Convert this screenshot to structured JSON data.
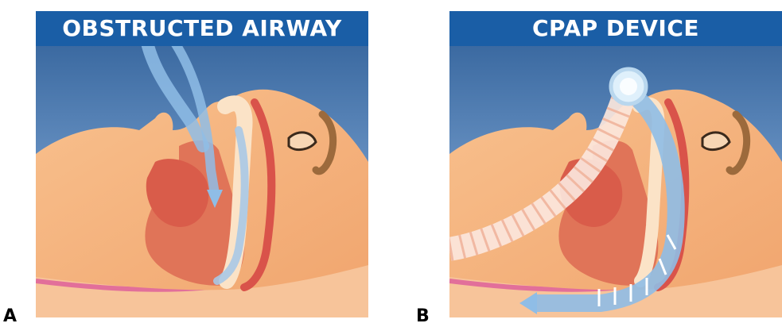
{
  "panels": [
    {
      "id": "A",
      "title": "OBSTRUCTED AIRWAY",
      "label": "A"
    },
    {
      "id": "B",
      "title": "CPAP DEVICE",
      "label": "B"
    }
  ],
  "colors": {
    "title_bar": "#1a5ea6",
    "background_top": "#2f5f98",
    "background_bottom": "#8fb4d6",
    "skin": "#f4b07a",
    "tissue": "#e07458",
    "airflow": "#8fbde6",
    "pillow": "#e26f9a"
  },
  "icons": [
    "airflow-arrow",
    "cpap-tube",
    "pressure-arrows"
  ]
}
